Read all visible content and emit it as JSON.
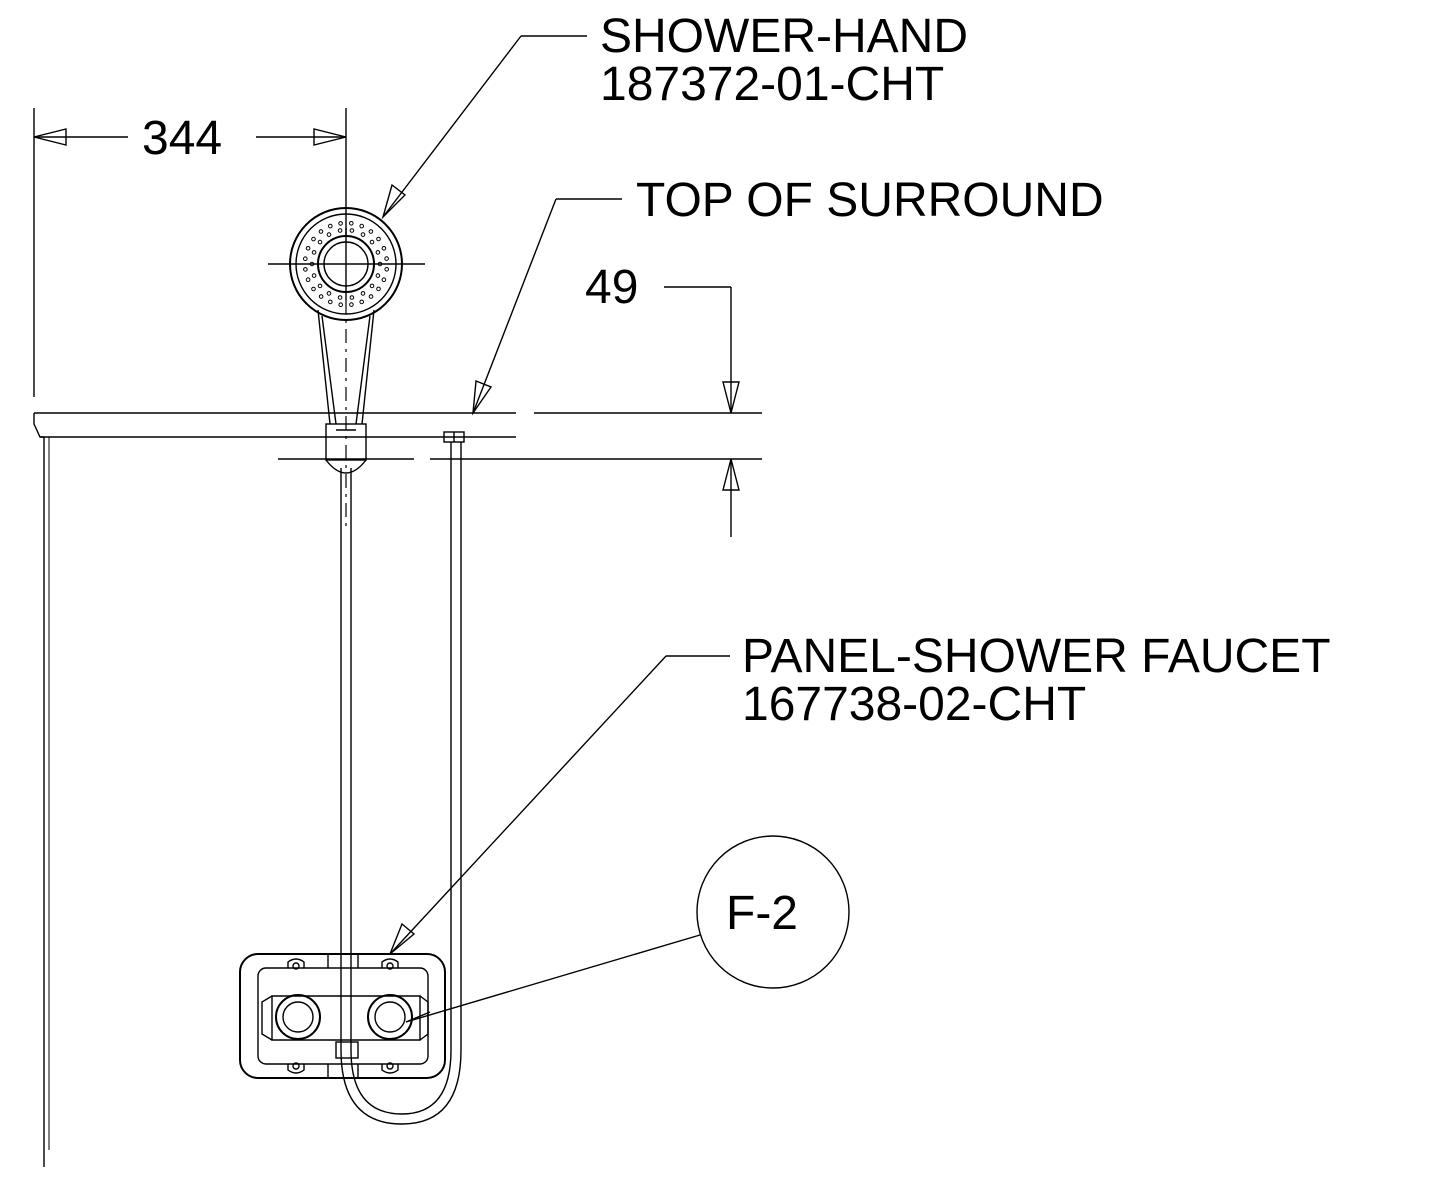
{
  "labels": {
    "shower_hand_name": "SHOWER-HAND",
    "shower_hand_part": "187372-01-CHT",
    "top_of_surround": "TOP OF SURROUND",
    "panel_name": "PANEL-SHOWER FAUCET",
    "panel_part": "167738-02-CHT",
    "detail_callout": "F-2"
  },
  "dimensions": {
    "horizontal": "344",
    "vertical": "49"
  }
}
